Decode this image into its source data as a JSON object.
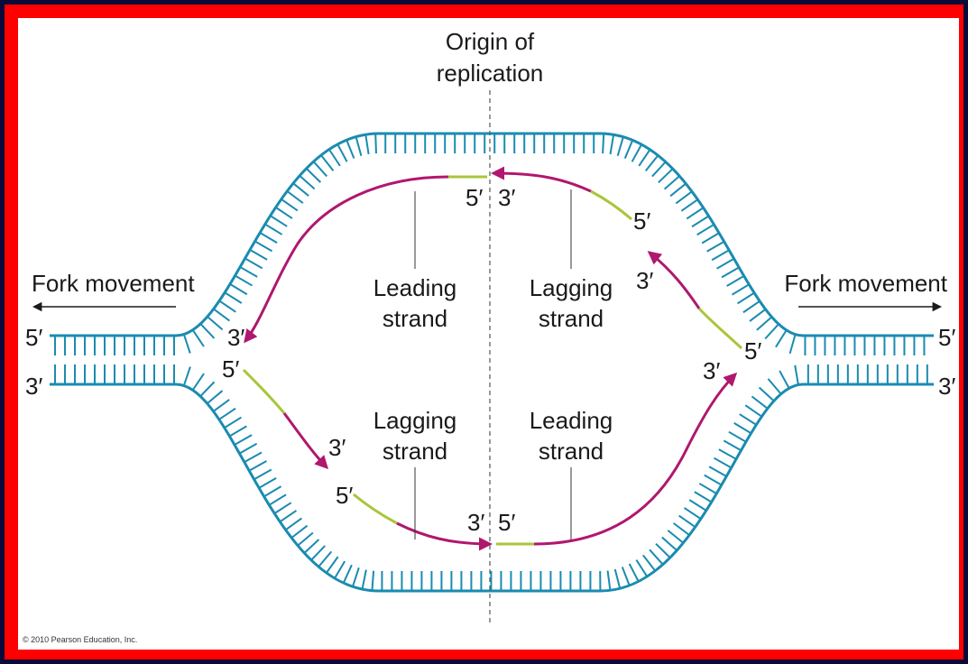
{
  "colors": {
    "frame_outer": "#0a0a3a",
    "frame_red": "#ff0000",
    "background": "#ffffff",
    "parental_strand": "#1a8bb0",
    "new_strand": "#b0176e",
    "primer": "#a8c63a",
    "text": "#1a1a1a"
  },
  "labels": {
    "origin_line1": "Origin of",
    "origin_line2": "replication",
    "fork_left": "Fork movement",
    "fork_right": "Fork movement",
    "leading_top_1": "Leading",
    "leading_top_2": "strand",
    "lagging_top_1": "Lagging",
    "lagging_top_2": "strand",
    "lagging_bottom_1": "Lagging",
    "lagging_bottom_2": "strand",
    "leading_bottom_1": "Leading",
    "leading_bottom_2": "strand",
    "copyright": "© 2010 Pearson Education, Inc."
  },
  "ends": {
    "five": "5′",
    "three": "3′"
  }
}
